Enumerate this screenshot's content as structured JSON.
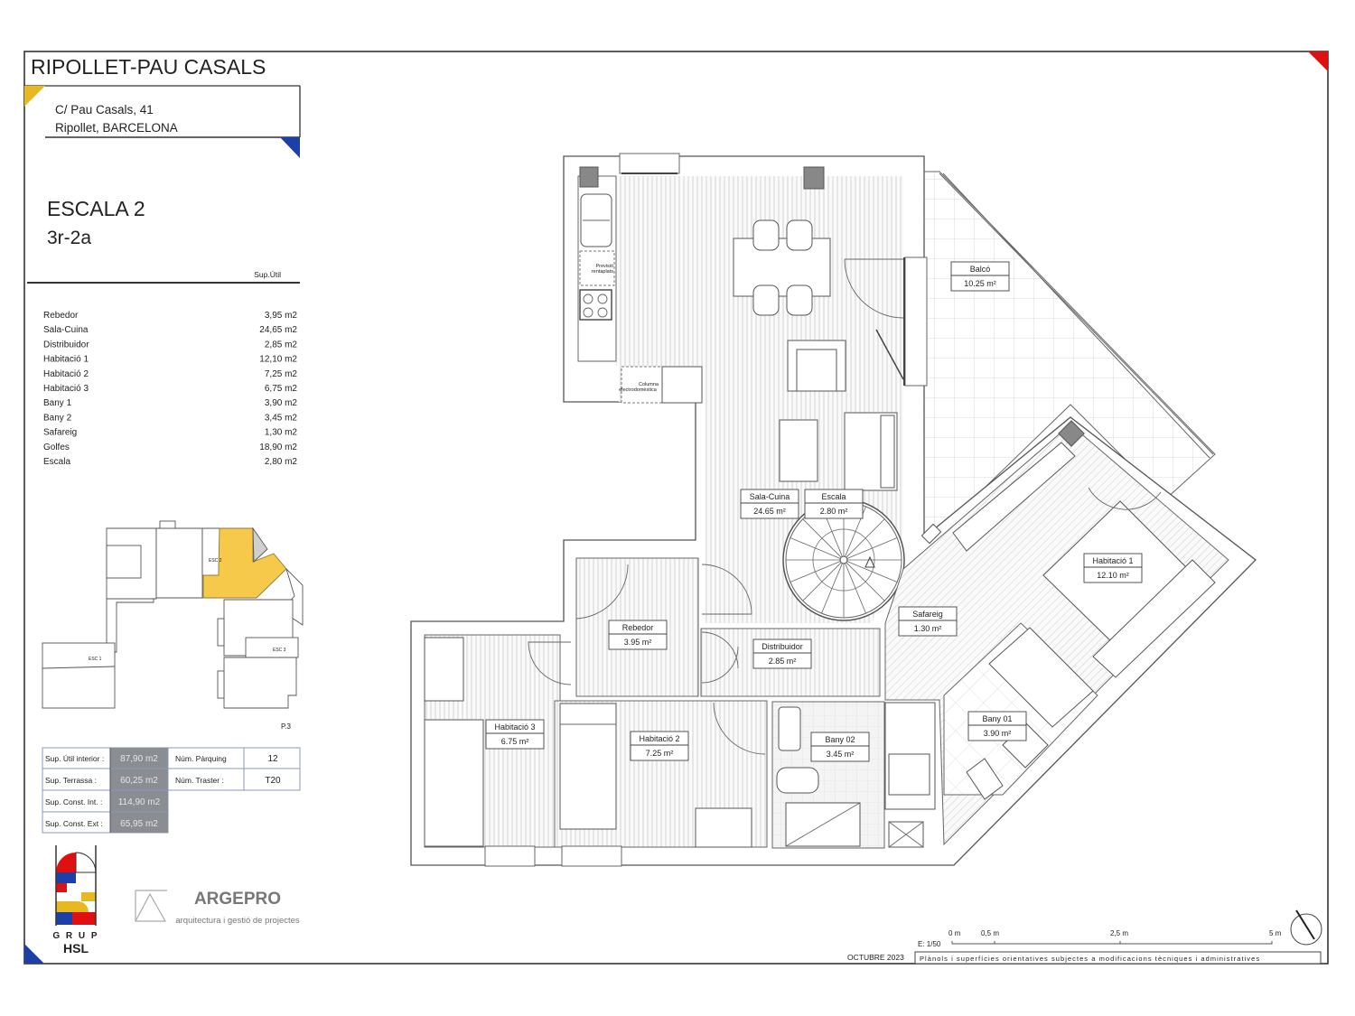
{
  "header": {
    "title": "RIPOLLET-PAU CASALS",
    "address_line1": "C/ Pau Casals, 41",
    "address_line2": "Ripollet, BARCELONA",
    "stair": "ESCALA 2",
    "unit": "3r-2a",
    "column_header": "Sup.Útil"
  },
  "surfaces": [
    {
      "room": "Rebedor",
      "area": "3,95 m2"
    },
    {
      "room": "Sala-Cuina",
      "area": "24,65 m2"
    },
    {
      "room": "Distribuidor",
      "area": "2,85 m2"
    },
    {
      "room": "Habitació 1",
      "area": "12,10 m2"
    },
    {
      "room": "Habitació 2",
      "area": "7,25 m2"
    },
    {
      "room": "Habitació 3",
      "area": "6,75 m2"
    },
    {
      "room": "Bany 1",
      "area": "3,90 m2"
    },
    {
      "room": "Bany 2",
      "area": "3,45 m2"
    },
    {
      "room": "Safareig",
      "area": "1,30 m2"
    },
    {
      "room": "Golfes",
      "area": "18,90 m2"
    },
    {
      "room": "Escala",
      "area": "2,80 m2"
    }
  ],
  "key_plan": {
    "labels": [
      "ESC 1",
      "ESC 2",
      "ESC 3"
    ],
    "floor": "P.3",
    "highlight_color": "#f7c94b"
  },
  "summary": {
    "rows": [
      {
        "label": "Sup.  Útil interior :",
        "value": "87,90 m2"
      },
      {
        "label": "Sup.  Terrassa :",
        "value": "60,25 m2"
      },
      {
        "label": "Sup.  Const. Int. :",
        "value": "114,90 m2"
      },
      {
        "label": "Sup.  Const. Ext :",
        "value": "65,95 m2"
      }
    ],
    "extra": [
      {
        "label": "Núm. Pàrquing",
        "value": "12"
      },
      {
        "label": "Núm. Traster :",
        "value": "T20"
      }
    ]
  },
  "logos": {
    "grup_hsl_line1": "G R U P",
    "grup_hsl_line2": "HSL",
    "argepro_name": "ARGEPRO",
    "argepro_tagline": "arquitectura i gestió de projectes"
  },
  "plan": {
    "rooms": [
      {
        "name": "Sala-Cuina",
        "area": "24.65  m²"
      },
      {
        "name": "Escala",
        "area": "2.80 m²"
      },
      {
        "name": "Balcó",
        "area": "10.25 m²"
      },
      {
        "name": "Habitació 1",
        "area": "12.10 m²"
      },
      {
        "name": "Safareig",
        "area": "1.30 m²"
      },
      {
        "name": "Rebedor",
        "area": "3.95 m²"
      },
      {
        "name": "Distribuidor",
        "area": "2.85 m²"
      },
      {
        "name": "Habitació 3",
        "area": "6.75 m²"
      },
      {
        "name": "Habitació 2",
        "area": "7.25 m²"
      },
      {
        "name": "Bany 02",
        "area": "3.45 m²"
      },
      {
        "name": "Bany 01",
        "area": "3.90 m²"
      }
    ],
    "notes": {
      "dishwasher_1": "Previsió",
      "dishwasher_2": "rentaplats",
      "column_1": "Columna",
      "column_2": "electrodomèstica"
    }
  },
  "scale": {
    "label": "E: 1/50",
    "ticks": [
      "0 m",
      "0,5 m",
      "2,5 m",
      "5 m"
    ]
  },
  "footer": {
    "date": "OCTUBRE 2023",
    "disclaimer": "Plànols i superfícies orientatives subjectes a modificacions tècniques i administratives"
  },
  "colors": {
    "yellow": "#e8b820",
    "blue": "#1c3fa8",
    "red": "#e01010",
    "gray_cell": "#8a8d92"
  }
}
